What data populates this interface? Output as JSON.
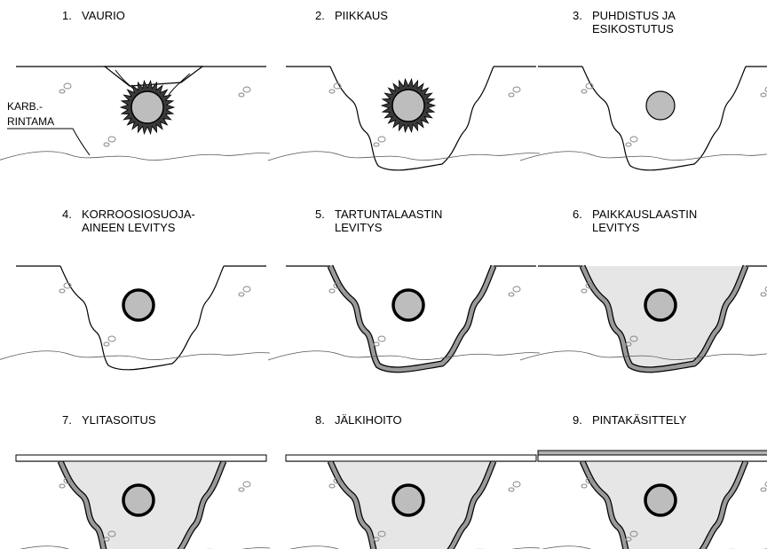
{
  "figure": {
    "side_label_lines": [
      "KARB.-",
      "RINTAMA"
    ],
    "steps": [
      {
        "number": "1.",
        "title_lines": [
          "VAURIO"
        ]
      },
      {
        "number": "2.",
        "title_lines": [
          "PIIKKAUS"
        ]
      },
      {
        "number": "3.",
        "title_lines": [
          "PUHDISTUS JA",
          "ESIKOSTUTUS"
        ]
      },
      {
        "number": "4.",
        "title_lines": [
          "KORROOSIOSUOJA-",
          "AINEEN LEVITYS"
        ]
      },
      {
        "number": "5.",
        "title_lines": [
          "TARTUNTALAASTIN",
          "LEVITYS"
        ]
      },
      {
        "number": "6.",
        "title_lines": [
          "PAIKKAUSLAASTIN",
          "LEVITYS"
        ]
      },
      {
        "number": "7.",
        "title_lines": [
          "YLITASOITUS"
        ]
      },
      {
        "number": "8.",
        "title_lines": [
          "JÄLKIHOITO"
        ]
      },
      {
        "number": "9.",
        "title_lines": [
          "PINTAKÄSITTELY"
        ]
      }
    ]
  },
  "colors": {
    "line": "#000000",
    "rebar": "#bdbdbd",
    "rust": "#3a3a3a",
    "mortar_fill": "#e6e6e6",
    "bond_layer": "#9a9a9a",
    "coating": "#b0b0b0",
    "aggregate": "#888888"
  }
}
